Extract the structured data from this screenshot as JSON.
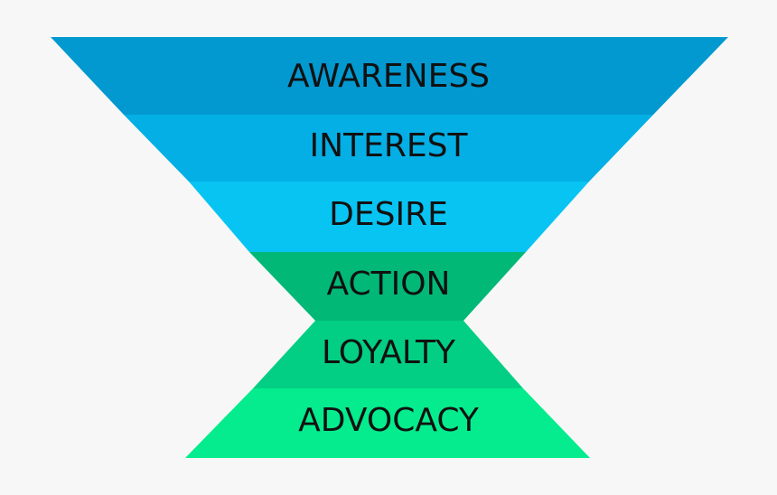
{
  "diagram": {
    "stages": [
      {
        "label": "AWARENESS",
        "color": "#0299d0"
      },
      {
        "label": "INTEREST",
        "color": "#03afe5"
      },
      {
        "label": "DESIRE",
        "color": "#08c4f2"
      },
      {
        "label": "ACTION",
        "color": "#02b877"
      },
      {
        "label": "LOYALTY",
        "color": "#02cf83"
      },
      {
        "label": "ADVOCACY",
        "color": "#04ec8d"
      }
    ]
  }
}
